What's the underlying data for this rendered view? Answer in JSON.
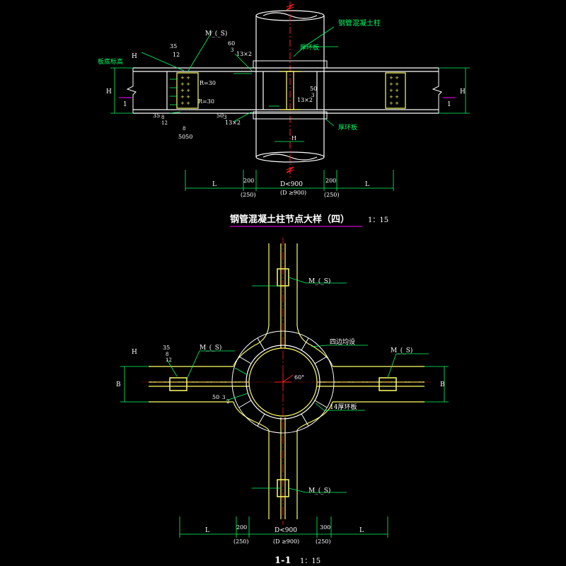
{
  "colors": {
    "background": "#000000",
    "structure": "#ffff66",
    "annotation": "#00ff66",
    "dimension": "#00ff66",
    "text": "#ffffff",
    "centerline": "#ff2020",
    "magenta": "#ff00ff",
    "cyan": "#00ffff"
  },
  "elevation": {
    "title": "钢管混凝土柱节点大样（四）",
    "scale": "1：15",
    "label_column": "钢管混凝土柱",
    "label_ring_top": "厚环板",
    "label_ring_bottom": "厚环板",
    "label_slab_bottom": "板底标高",
    "label_H_left": "H",
    "label_H_right": "H",
    "label_H_top": "H",
    "label_H_inner": "H",
    "section_mark_left": "1",
    "section_mark_right": "1",
    "weld_tag": "M_(_S)",
    "weld_35": "35",
    "weld_12": "12",
    "weld_60": "60",
    "weld_3": "3",
    "weld_13x2_top": "13×2",
    "weld_R30_1": "R=30",
    "weld_R30_2": "R=30",
    "weld_35b": "35",
    "weld_8": "8",
    "weld_12b": "12",
    "weld_50a": "50",
    "weld_3b": "3",
    "weld_13x2_bot": "13×2",
    "dim_8": "8",
    "dim_5050": "5050",
    "weld_50_right": "50",
    "weld_3_right": "3",
    "weld_13x2_right": "13×2",
    "dims": {
      "L_left": "L",
      "d200_left": "200",
      "d250_left": "(250)",
      "D": "D<900",
      "D_alt": "(D ≥900)",
      "d200_right": "200",
      "d250_right": "(250)",
      "L_right": "L"
    }
  },
  "section": {
    "title": "1-1",
    "scale": "1：15",
    "label_H": "H",
    "label_B_left": "B",
    "label_B_right": "B",
    "weld_tag_top": "M_(_S)",
    "weld_tag_left": "M_(_S)",
    "weld_tag_right": "M_(_S)",
    "weld_tag_bottom": "M_(_S)",
    "label_stiffener": "四边均设",
    "label_ring": "14厚环板",
    "angle": "60°",
    "weld_35": "35",
    "weld_8": "8",
    "weld_12": "12",
    "weld_50": "50",
    "weld_3": "3",
    "weld_2": "2",
    "dims": {
      "L_left": "L",
      "d200": "200",
      "d250_left": "(250)",
      "D": "D<900",
      "D_alt": "(D ≥900)",
      "d300": "300",
      "d250_right": "(250)",
      "L_right": "L"
    }
  }
}
